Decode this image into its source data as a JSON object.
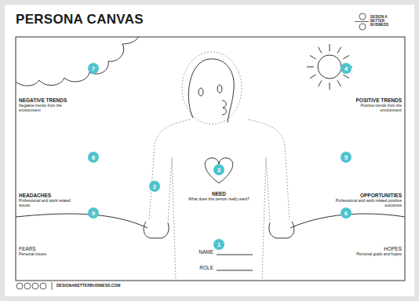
{
  "diagram": {
    "title": "PERSONA CANVAS",
    "nodes": [
      {
        "text": [
          "7"
        ]
      },
      {
        "text": [
          "4"
        ]
      },
      {
        "text": [
          "8"
        ]
      },
      {
        "text": [
          "5"
        ]
      },
      {
        "text": [
          "3"
        ]
      },
      {
        "text": [
          "2"
        ]
      },
      {
        "text": [
          "9"
        ]
      },
      {
        "text": [
          "6"
        ]
      },
      {
        "text": [
          "1"
        ]
      }
    ],
    "labels": [
      "DESIGN A BETTER BUSINESS",
      "NEGATIVE TRENDS",
      "Negative trends from the environment",
      "POSITIVE TRENDS",
      "Positive trends from the environment",
      "HEADACHES",
      "Professional and work related issues",
      "NEED",
      "What does this person really want?",
      "OPPORTUNITIES",
      "Professional and work related positive outcomes",
      "FEARS",
      "Personal issues",
      "NAME",
      "ROLE",
      "HOPES",
      "Personal goals and hopes",
      "DESIGNABETTERBUSINESS.COM"
    ]
  }
}
